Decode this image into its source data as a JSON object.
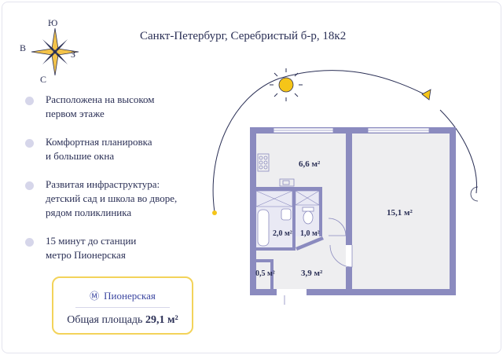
{
  "title": "Санкт-Петербург, Серебристый б-р, 18к2",
  "compass": {
    "south": "Ю",
    "north": "С",
    "west": "В",
    "east": "З"
  },
  "features": [
    {
      "text": "Расположена на высоком\nпервом этаже"
    },
    {
      "text": "Комфортная планировка\nи большие окна"
    },
    {
      "text": "Развитая инфраструктура:\nдетский сад и школа во дворе,\nрядом поликлиника"
    },
    {
      "text": "15 минут до станции\nметро  Пионерская"
    }
  ],
  "info": {
    "metro_icon": "metro-m-icon",
    "metro_station": "Пионерская",
    "total_area_label": "Общая площадь",
    "total_area_value": "29,1 м²"
  },
  "rooms": [
    {
      "id": "kitchen",
      "label": "6,6 м²"
    },
    {
      "id": "living",
      "label": "15,1 м²"
    },
    {
      "id": "bathroom",
      "label": "2,0 м²"
    },
    {
      "id": "toilet",
      "label": "1,0 м²"
    },
    {
      "id": "closet",
      "label": "0,5 м²"
    },
    {
      "id": "hall",
      "label": "3,9 м²"
    }
  ],
  "icons": [
    "sun-icon",
    "crescent-moon-icon",
    "compass-rose-icon",
    "stove-icon",
    "sink-icon",
    "bathtub-icon",
    "toilet-icon",
    "wash-basin-icon"
  ],
  "colors": {
    "wall": "#8b8bbf",
    "room_fill": "#eeeef0",
    "sun": "#f5c518",
    "accent_blue": "#3b46a0",
    "box_border": "#f3d35a"
  }
}
